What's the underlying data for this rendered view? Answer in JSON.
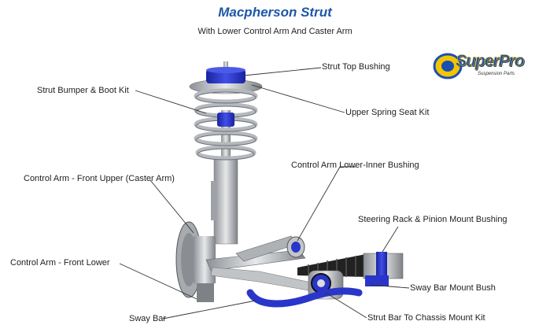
{
  "header": {
    "title": "Macpherson Strut",
    "subtitle": "With Lower Control Arm And Caster Arm"
  },
  "logo": {
    "brand": "SuperPro",
    "tagline": "Suspension Parts"
  },
  "labels": {
    "strut_top_bushing": "Strut Top Bushing",
    "strut_bumper_boot": "Strut Bumper & Boot Kit",
    "upper_spring_seat": "Upper Spring Seat Kit",
    "control_arm_lower_inner": "Control Arm Lower-Inner Bushing",
    "control_arm_front_upper": "Control Arm - Front Upper (Caster Arm)",
    "steering_rack": "Steering Rack & Pinion Mount Bushing",
    "control_arm_front_lower": "Control Arm - Front Lower",
    "sway_bar_mount": "Sway Bar Mount Bush",
    "sway_bar": "Sway Bar",
    "strut_bar_chassis": "Strut Bar To Chassis Mount Kit"
  },
  "colors": {
    "title": "#1d57a8",
    "bushing_blue": "#2a36c9",
    "metal": "#b9bcc0",
    "boot_black": "#1e1e1e"
  }
}
